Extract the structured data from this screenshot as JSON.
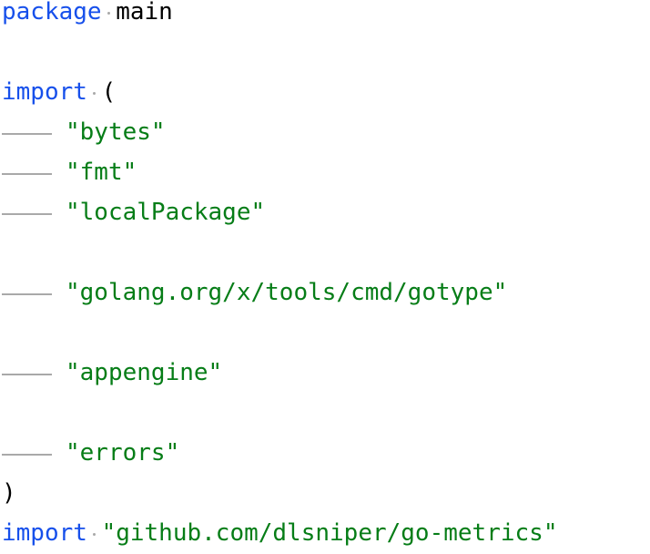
{
  "editor": {
    "language": "go",
    "colors": {
      "background": "#ffffff",
      "keyword": "#1750eb",
      "plain": "#000000",
      "string": "#067d17",
      "whitespace": "#a9a9a9"
    },
    "whitespace_rendering": {
      "space": "dot",
      "tab": "line"
    },
    "code_lines": [
      {
        "tokens": [
          {
            "t": "kw",
            "v": "package"
          },
          {
            "t": "sp"
          },
          {
            "t": "pl",
            "v": "main"
          }
        ]
      },
      {
        "tokens": []
      },
      {
        "tokens": [
          {
            "t": "kw",
            "v": "import"
          },
          {
            "t": "sp"
          },
          {
            "t": "pl",
            "v": "("
          }
        ]
      },
      {
        "tokens": [
          {
            "t": "tab"
          },
          {
            "t": "str",
            "v": "\"bytes\""
          }
        ]
      },
      {
        "tokens": [
          {
            "t": "tab"
          },
          {
            "t": "str",
            "v": "\"fmt\""
          }
        ]
      },
      {
        "tokens": [
          {
            "t": "tab"
          },
          {
            "t": "str",
            "v": "\"localPackage\""
          }
        ]
      },
      {
        "tokens": []
      },
      {
        "tokens": [
          {
            "t": "tab"
          },
          {
            "t": "str",
            "v": "\"golang.org/x/tools/cmd/gotype\""
          }
        ]
      },
      {
        "tokens": []
      },
      {
        "tokens": [
          {
            "t": "tab"
          },
          {
            "t": "str",
            "v": "\"appengine\""
          }
        ]
      },
      {
        "tokens": []
      },
      {
        "tokens": [
          {
            "t": "tab"
          },
          {
            "t": "str",
            "v": "\"errors\""
          }
        ]
      },
      {
        "tokens": [
          {
            "t": "pl",
            "v": ")"
          }
        ]
      },
      {
        "tokens": [
          {
            "t": "kw",
            "v": "import"
          },
          {
            "t": "sp"
          },
          {
            "t": "str",
            "v": "\"github.com/dlsniper/go-metrics\""
          }
        ]
      }
    ]
  }
}
